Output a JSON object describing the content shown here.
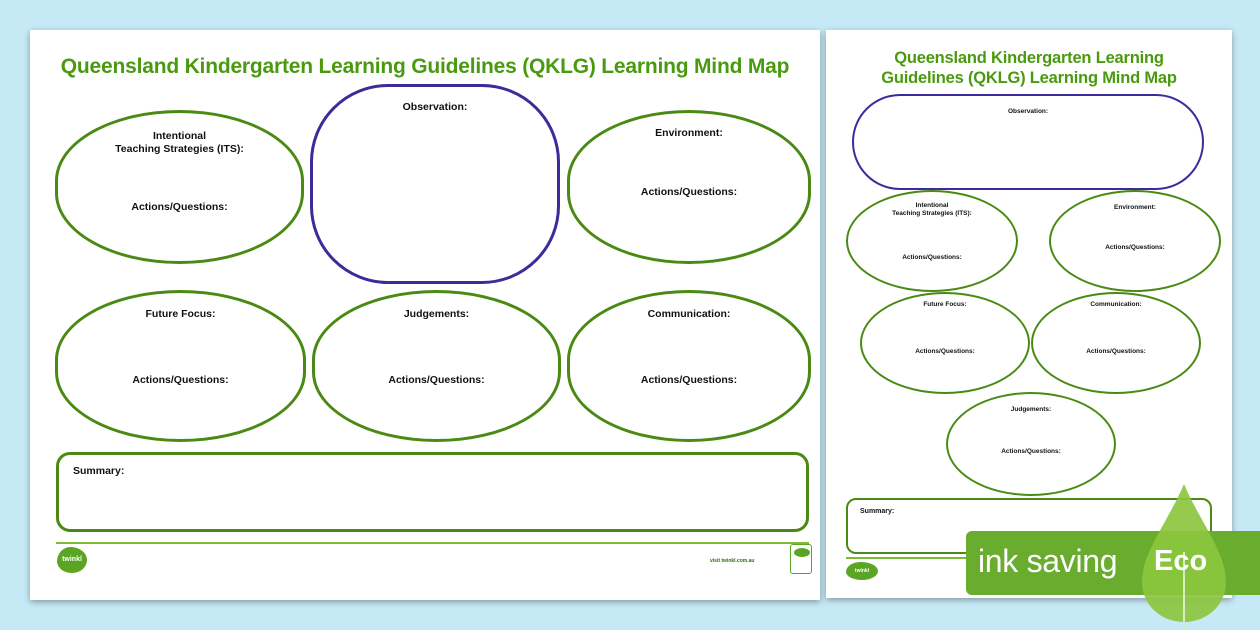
{
  "title": "Queensland Kindergarten Learning Guidelines (QKLG) Learning Mind Map",
  "title_portrait_lines": [
    "Queensland Kindergarten Learning",
    "Guidelines (QKLG) Learning Mind Map"
  ],
  "actions_label": "Actions/Questions:",
  "sections": {
    "its_line1": "Intentional",
    "its_line2": "Teaching Strategies (ITS):",
    "observation": "Observation:",
    "environment": "Environment:",
    "future_focus": "Future Focus:",
    "judgements": "Judgements:",
    "communication": "Communication:",
    "summary": "Summary:"
  },
  "footer": {
    "logo_text": "twinkl",
    "url_text": "visit twinkl.com.au"
  },
  "eco_badge": {
    "text": "ink saving",
    "eco": "Eco"
  },
  "colors": {
    "background": "#c6e9f6",
    "title_green": "#4a9a10",
    "bubble_green": "#4a8a14",
    "observation_purple": "#3d2b9c",
    "eco_green": "#6aac2e"
  }
}
